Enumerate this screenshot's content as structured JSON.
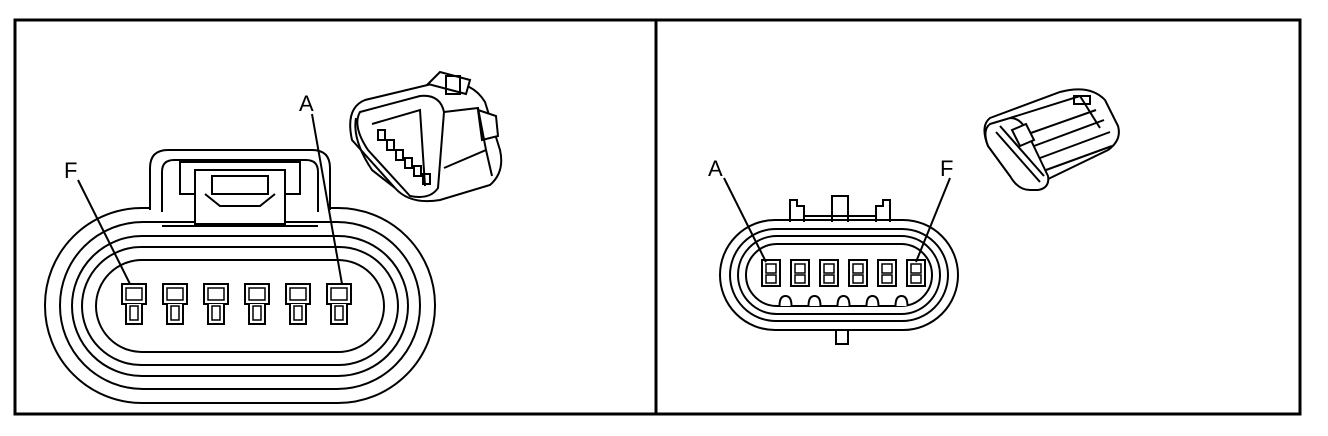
{
  "figure": {
    "background": "#ffffff",
    "stroke": "#000000"
  },
  "left_panel": {
    "view": "female-connector-face",
    "pin_count": 6,
    "labels": {
      "first": "F",
      "last": "A"
    }
  },
  "right_panel": {
    "view": "male-connector-face",
    "pin_count": 6,
    "labels": {
      "first": "A",
      "last": "F"
    }
  }
}
